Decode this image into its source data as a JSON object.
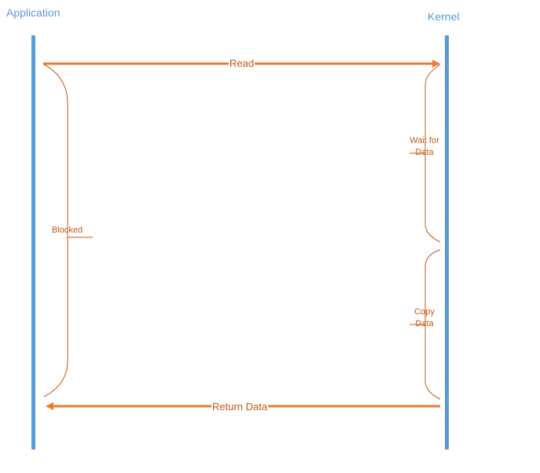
{
  "lanes": {
    "application": {
      "title": "Application"
    },
    "kernel": {
      "title": "Kernel"
    }
  },
  "messages": {
    "read": {
      "label": "Read"
    },
    "return_data": {
      "label": "Return Data"
    }
  },
  "braces": {
    "blocked": {
      "label": "Blocked"
    },
    "wait": {
      "label": "Wait for Data"
    },
    "copy": {
      "label": "Copy Data"
    }
  },
  "colors": {
    "lifeline": "#5b9bd5",
    "arrow": "#ed7d31",
    "brace": "#c55a11",
    "title": "#5b9bd5",
    "message_text": "#c55a11",
    "brace_text": "#c55a11"
  }
}
